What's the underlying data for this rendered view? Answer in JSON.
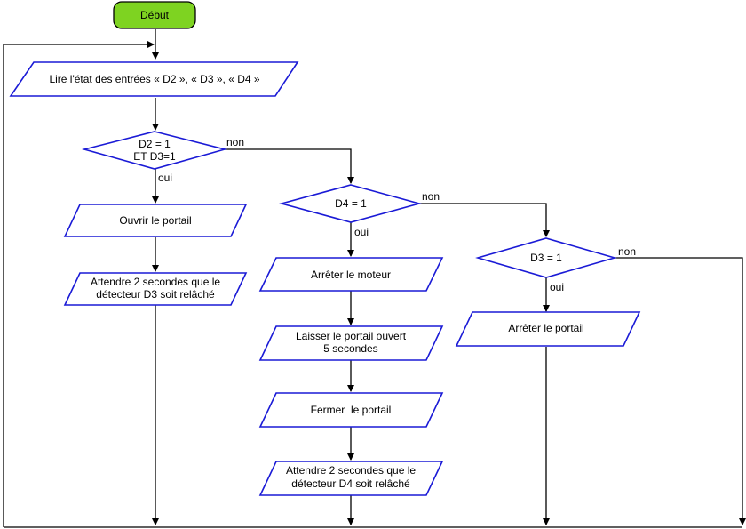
{
  "colors": {
    "outline": "#1a1ad6",
    "start_fill": "#7ed321",
    "connector": "#000000",
    "background": "#ffffff"
  },
  "start": {
    "label": "Début"
  },
  "read_inputs": {
    "label": "Lire l'état des entrées « D2 », « D3 », « D4 »"
  },
  "decision_d2d3": {
    "line1": "D2 = 1",
    "line2": "ET D3=1"
  },
  "decision_d4": {
    "label": "D4 = 1"
  },
  "decision_d3": {
    "label": "D3 = 1"
  },
  "branch": {
    "yes": "oui",
    "no": "non"
  },
  "open_gate": {
    "label": "Ouvrir le portail"
  },
  "wait_d3": {
    "line1": "Attendre 2 secondes que le",
    "line2": "détecteur D3 soit relâché"
  },
  "stop_motor": {
    "label": "Arrêter le moteur"
  },
  "keep_open": {
    "line1": "Laisser le portail ouvert",
    "line2": "5 secondes"
  },
  "close_gate": {
    "label": "Fermer  le portail"
  },
  "wait_d4": {
    "line1": "Attendre 2 secondes que le",
    "line2": "détecteur D4 soit relâché"
  },
  "stop_gate": {
    "label": "Arrêter le portail"
  }
}
